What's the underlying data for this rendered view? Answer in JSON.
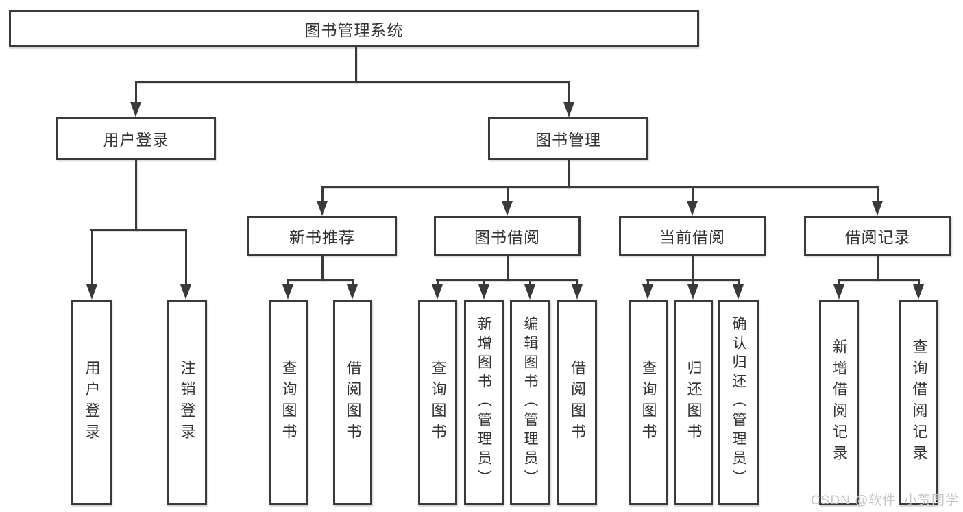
{
  "tree": {
    "root": {
      "label": "图书管理系统"
    },
    "branches": [
      {
        "label": "用户登录",
        "children": [
          {
            "label": "用户登录"
          },
          {
            "label": "注销登录"
          }
        ]
      },
      {
        "label": "图书管理",
        "children": [
          {
            "label": "新书推荐",
            "children": [
              {
                "label": "查询图书"
              },
              {
                "label": "借阅图书"
              }
            ]
          },
          {
            "label": "图书借阅",
            "children": [
              {
                "label": "查询图书"
              },
              {
                "label": "新增图书（管理员）"
              },
              {
                "label": "编辑图书（管理员）"
              },
              {
                "label": "借阅图书"
              }
            ]
          },
          {
            "label": "当前借阅",
            "children": [
              {
                "label": "查询图书"
              },
              {
                "label": "归还图书"
              },
              {
                "label": "确认归还（管理员）"
              }
            ]
          },
          {
            "label": "借阅记录",
            "children": [
              {
                "label": "新增借阅记录"
              },
              {
                "label": "查询借阅记录"
              }
            ]
          }
        ]
      }
    ]
  },
  "watermark": {
    "text": "CSDN @软件_小贺同学"
  },
  "colors": {
    "line": "#3a3a3a",
    "text": "#333333",
    "watermark": "#c9c5c5",
    "background": "#ffffff"
  }
}
